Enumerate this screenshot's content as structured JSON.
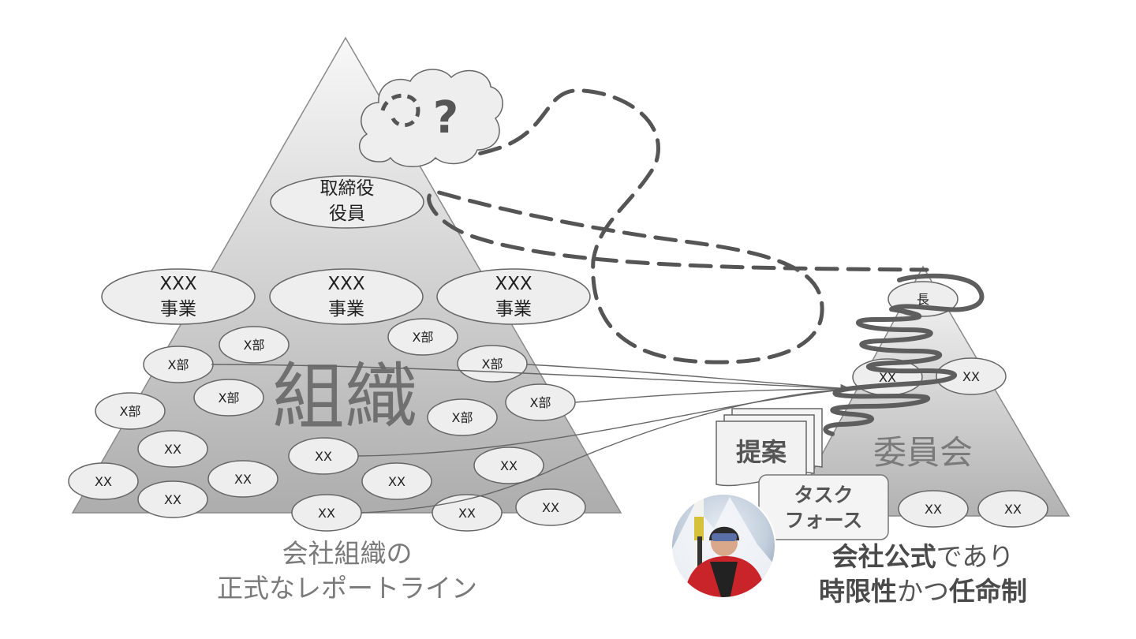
{
  "org_pyramid": {
    "main_label": "組織",
    "executive": [
      "取締役",
      "役員"
    ],
    "businesses": [
      {
        "line1": "XXX",
        "line2": "事業"
      },
      {
        "line1": "XXX",
        "line2": "事業"
      },
      {
        "line1": "XXX",
        "line2": "事業"
      }
    ],
    "dept_label": "X部",
    "unit_label": "XX",
    "question_mark": "?"
  },
  "committee": {
    "label": "委員会",
    "head_label": "長",
    "unit_label": "XX",
    "proposal_label": "提案",
    "taskforce": [
      "タスク",
      "フォース"
    ]
  },
  "captions": {
    "left": [
      "会社組織の",
      "正式なレポートライン"
    ],
    "right_line1": {
      "bold": "会社公式",
      "normal": "であり"
    },
    "right_line2": {
      "bold1": "時限性",
      "normal": "かつ",
      "bold2": "任命制"
    }
  },
  "colors": {
    "pyramid_top": "#f7f7f7",
    "pyramid_bottom": "#b0b0b0",
    "ellipse_fill": "#eeeeee",
    "stroke": "#666666",
    "dash": "#555555",
    "scribble": "#5e5e5e"
  }
}
